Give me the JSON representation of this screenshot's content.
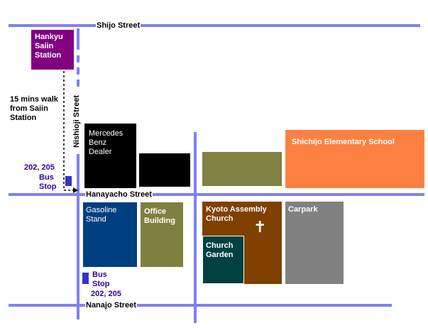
{
  "streets": {
    "shijo": "Shijo Street",
    "hanayacho": "Hanayacho Street",
    "nanajo": "Nanajo Street",
    "nishioji": "Nishioji Street"
  },
  "station": {
    "name": "Hankyu\nSaiin\nStation"
  },
  "walk_note": "15 mins walk\nfrom Saiin\nStation",
  "bus_stops": [
    {
      "routes": "202, 205",
      "label": "Bus\nStop"
    },
    {
      "label": "Bus\nStop",
      "routes": "202, 205"
    }
  ],
  "buildings": {
    "mercedes": "Mercedes\nBenz\nDealer",
    "gasoline": "Gasoline\nStand",
    "office": "Office\nBuilding",
    "school": "Shichijo Elementary School",
    "church": "Kyoto Assembly\nChurch",
    "church_symbol": "✝",
    "garden": "Church\nGarden",
    "carpark": "Carpark"
  },
  "colors": {
    "road": "#8080f0",
    "station": "#800080",
    "mercedes": "#000000",
    "gasoline": "#003f7f",
    "office": "#7f7f3f",
    "school": "#ff8040",
    "church": "#804000",
    "garden": "#004040",
    "carpark": "#808080",
    "olive_block": "#808040",
    "bus": "#3333cc"
  }
}
